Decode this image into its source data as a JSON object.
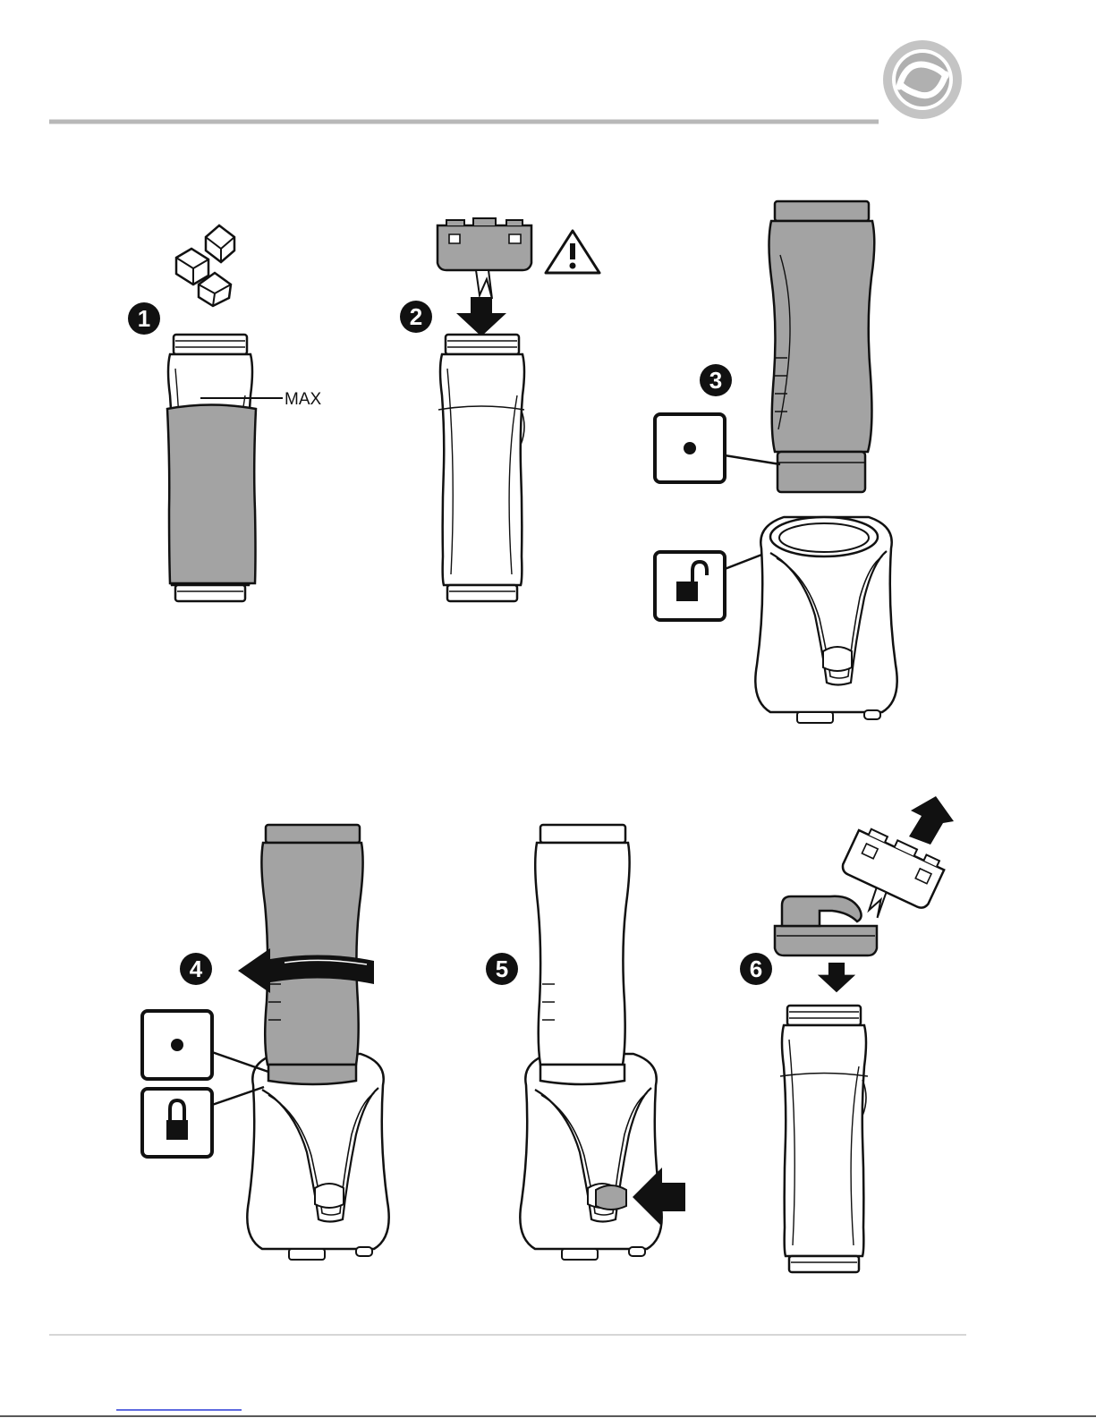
{
  "colors": {
    "liquid": "#a3a3a3",
    "ink": "#111111",
    "header_rule": "#b8b8b8",
    "footer_rule": "#c8c8c8",
    "logo_outer": "#c4c4c4",
    "logo_inner": "#aaaaaa",
    "bottom_link": "#2a3bd6"
  },
  "icons": {
    "logo": "brand-swirl-logo-icon",
    "warning": "warning-triangle-icon",
    "dot": "align-dot-icon",
    "unlock": "unlocked-padlock-icon",
    "lock": "locked-padlock-icon"
  },
  "steps": [
    {
      "number": "1"
    },
    {
      "number": "2"
    },
    {
      "number": "3"
    },
    {
      "number": "4"
    },
    {
      "number": "5"
    },
    {
      "number": "6"
    }
  ],
  "labels": {
    "max": "MAX"
  }
}
